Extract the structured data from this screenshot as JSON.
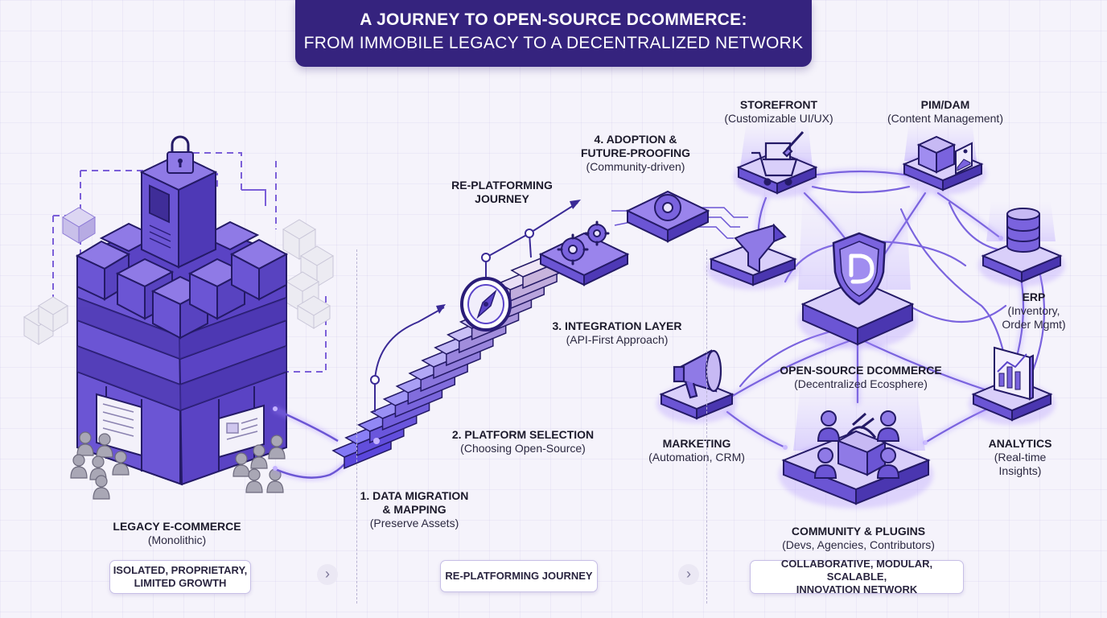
{
  "title": {
    "line1": "A JOURNEY TO OPEN-SOURCE DCOMMERCE:",
    "line2": "FROM IMMOBILE LEGACY TO A DECENTRALIZED NETWORK"
  },
  "legacy": {
    "heading": "LEGACY E-COMMERCE",
    "sub": "(Monolithic)"
  },
  "journey_label": {
    "line1": "RE-PLATFORMING",
    "line2": "JOURNEY"
  },
  "steps": [
    {
      "heading": "1. DATA MIGRATION",
      "heading2": "& MAPPING",
      "sub": "(Preserve Assets)"
    },
    {
      "heading": "2. PLATFORM SELECTION",
      "sub": "(Choosing Open-Source)"
    },
    {
      "heading": "3. INTEGRATION LAYER",
      "sub": "(API-First Approach)"
    },
    {
      "heading": "4. ADOPTION &",
      "heading2": "FUTURE-PROOFING",
      "sub": "(Community-driven)"
    }
  ],
  "network": {
    "storefront": {
      "heading": "STOREFRONT",
      "sub": "(Customizable UI/UX)"
    },
    "pim": {
      "heading": "PIM/DAM",
      "sub": "(Content Management)"
    },
    "erp": {
      "heading": "ERP",
      "sub1": "(Inventory,",
      "sub2": "Order Mgmt)"
    },
    "core": {
      "heading": "OPEN-SOURCE DCOMMERCE",
      "sub": "(Decentralized Ecosphere)"
    },
    "marketing": {
      "heading": "MARKETING",
      "sub": "(Automation, CRM)"
    },
    "analytics": {
      "heading": "ANALYTICS",
      "sub1": "(Real-time",
      "sub2": "Insights)"
    },
    "community": {
      "heading": "COMMUNITY & PLUGINS",
      "sub": "(Devs, Agencies, Contributors)"
    }
  },
  "footer": {
    "left": {
      "line1": "ISOLATED, PROPRIETARY,",
      "line2": "LIMITED GROWTH"
    },
    "middle": "RE-PLATFORMING JOURNEY",
    "right": {
      "line1": "COLLABORATIVE, MODULAR, SCALABLE,",
      "line2": "INNOVATION NETWORK"
    },
    "chevron": "›"
  },
  "colors": {
    "banner": "#35237e",
    "primary": "#5b45c9",
    "primary_dark": "#3a2a96",
    "primary_light": "#8f7ae6",
    "glow": "#a98cff",
    "ghost": "#e4e1ee"
  },
  "icons": [
    "lock-icon",
    "server-icon",
    "compass-icon",
    "gears-icon",
    "cart-icon",
    "product-box-icon",
    "database-icon",
    "shield-d-icon",
    "megaphone-icon",
    "chart-icon",
    "toolbox-icon",
    "people-icon"
  ]
}
